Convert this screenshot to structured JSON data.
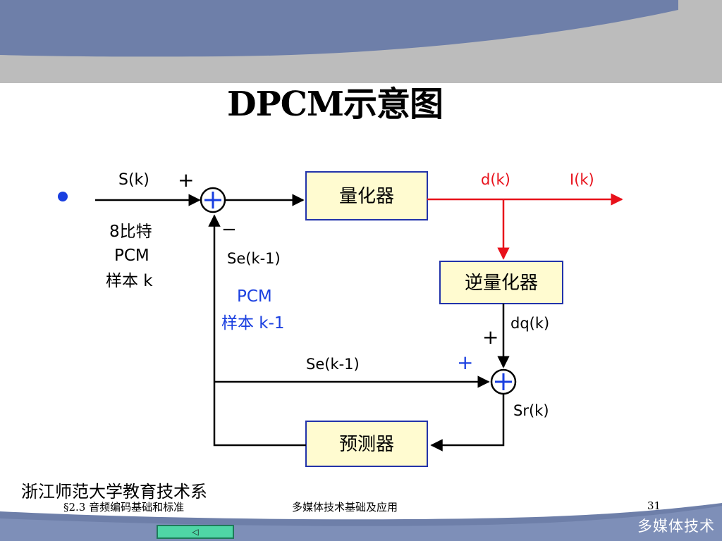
{
  "title": "DPCM示意图",
  "diagram": {
    "signals": {
      "input": "S(k)",
      "plus_input": "+",
      "minus_feedback": "−",
      "input_desc": [
        "8比特",
        "PCM",
        "样本 k"
      ],
      "feedback_signal": "Se(k-1)",
      "feedback_desc": [
        "PCM",
        "样本 k-1"
      ],
      "output_d": "d(k)",
      "output_i": "I(k)",
      "dq": "dq(k)",
      "plus_dq": "+",
      "loop_signal": "Se(k-1)",
      "plus_loop": "+",
      "sr": "Sr(k)"
    },
    "blocks": {
      "quantizer": "量化器",
      "inverse_quantizer": "逆量化器",
      "predictor": "预测器"
    },
    "colors": {
      "block_fill": "#fffbd0",
      "block_border": "#2233aa",
      "signal_red": "#e8101a",
      "adder_blue": "#1a3fe0",
      "banner_blue": "#6e7fa9",
      "banner_grey": "#bcbcbc"
    }
  },
  "footer": {
    "institution": "浙江师范大学教育技术系",
    "section": "§2.3 音频编码基础和标准",
    "course": "多媒体技术基础及应用",
    "page": "31",
    "brand": "多媒体技术",
    "back_icon": "◁"
  }
}
